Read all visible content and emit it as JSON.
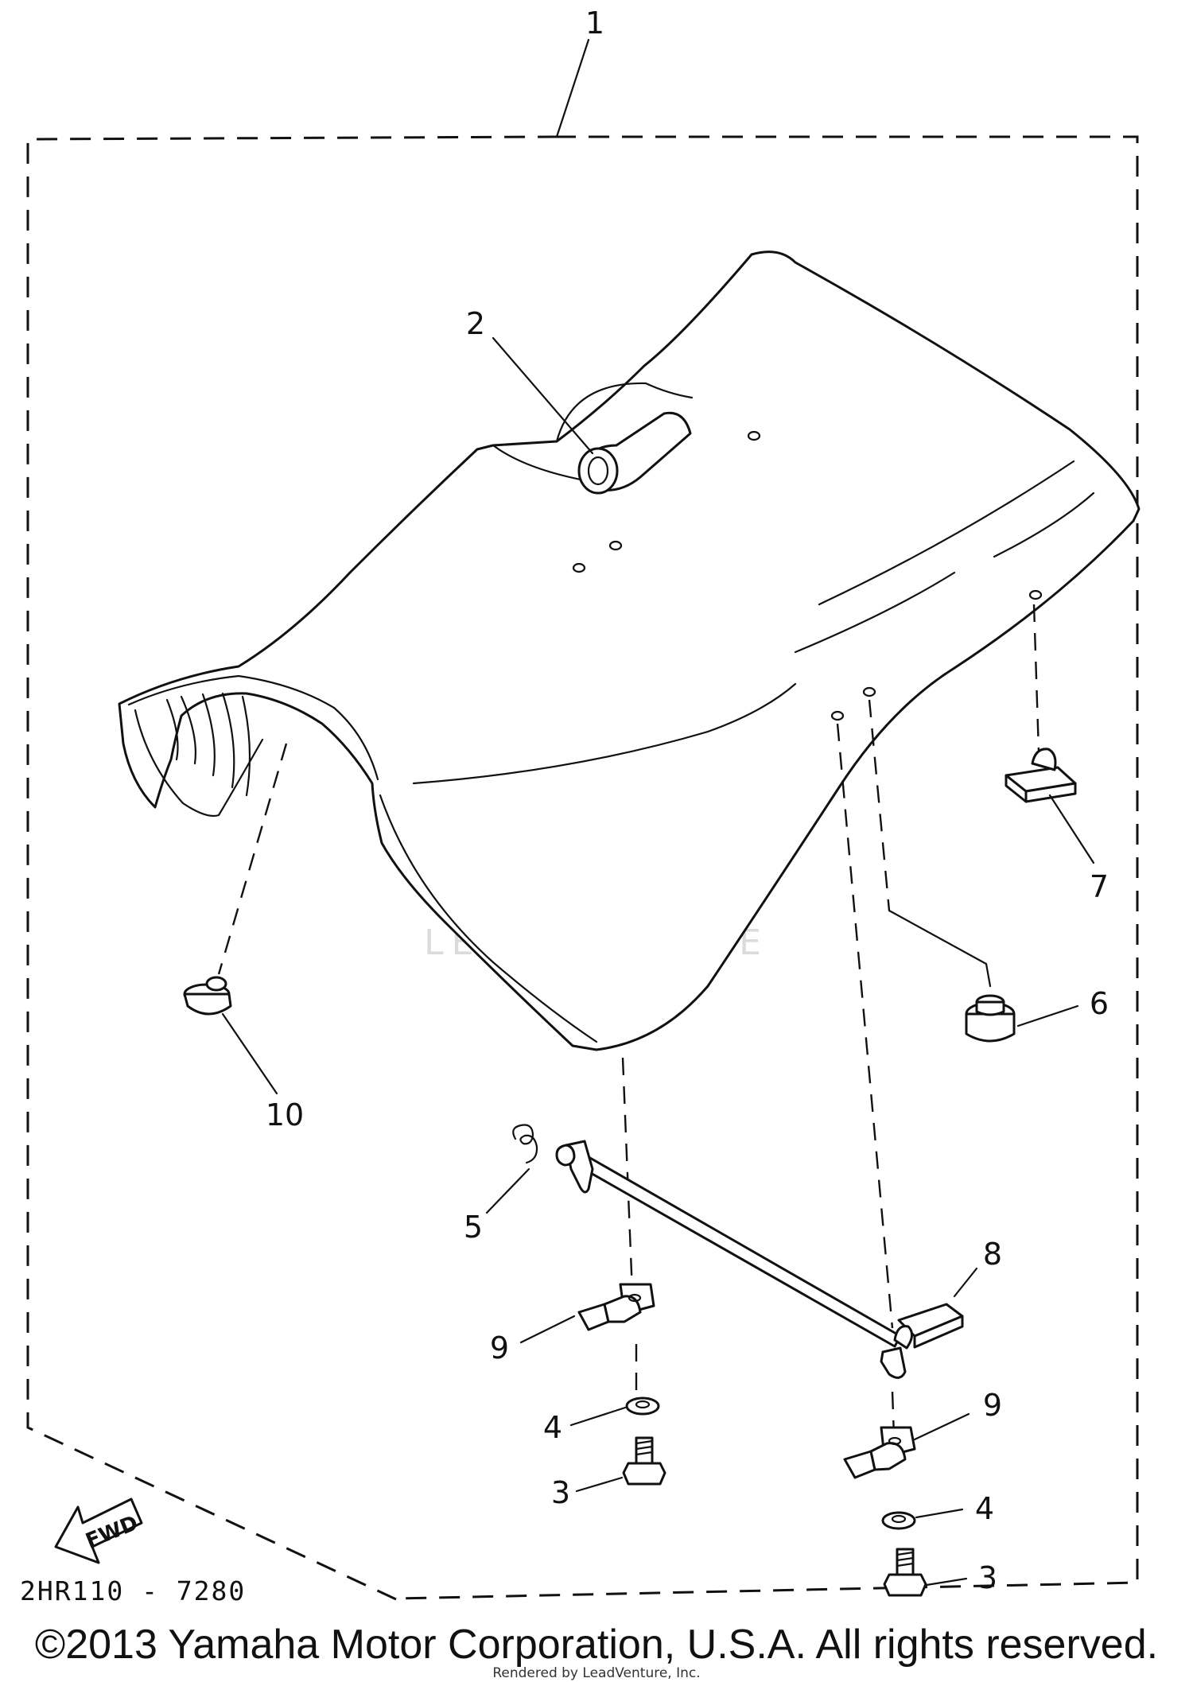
{
  "diagram": {
    "callouts": [
      {
        "id": "1",
        "label": "1"
      },
      {
        "id": "2",
        "label": "2"
      },
      {
        "id": "3a",
        "label": "3"
      },
      {
        "id": "3b",
        "label": "3"
      },
      {
        "id": "4a",
        "label": "4"
      },
      {
        "id": "4b",
        "label": "4"
      },
      {
        "id": "5",
        "label": "5"
      },
      {
        "id": "6",
        "label": "6"
      },
      {
        "id": "7",
        "label": "7"
      },
      {
        "id": "8",
        "label": "8"
      },
      {
        "id": "9a",
        "label": "9"
      },
      {
        "id": "9b",
        "label": "9"
      },
      {
        "id": "10",
        "label": "10"
      }
    ],
    "fwd_label": "FWD",
    "diagram_code": "2HR110 - 7280",
    "watermark": "LEADVENTURE"
  },
  "footer": {
    "copyright": "©2013 Yamaha Motor Corporation, U.S.A. All rights reserved.",
    "rendered_by": "Rendered by LeadVenture, Inc."
  }
}
